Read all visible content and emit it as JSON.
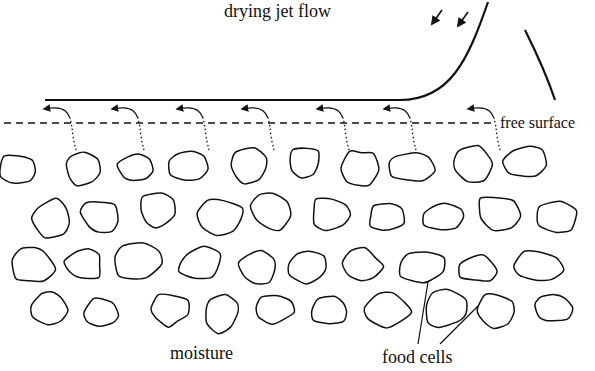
{
  "diagram": {
    "labels": [
      "drying jet flow",
      "free surface",
      "moisture",
      "food cells"
    ]
  }
}
